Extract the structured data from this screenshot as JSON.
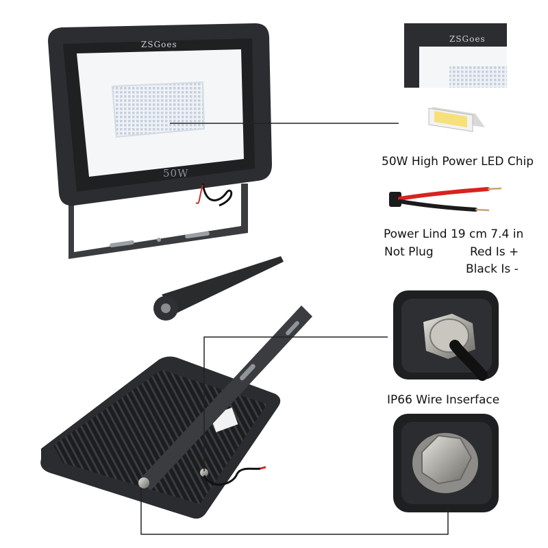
{
  "brand": "ZSGoes",
  "wattage_mark": "50W",
  "labels": {
    "led_chip": "50W High Power LED Chip",
    "power_line": "Power Lind 19 cm 7.4 in",
    "not_plug": "Not Plug",
    "red": "Red Is +",
    "black": "Black Is -",
    "wire_interface": "IP66 Wire Inserface"
  },
  "colors": {
    "housing": "#2b2d30",
    "panel": "#f4f6f8",
    "led": "#dfe6f0",
    "chip_yellow": "#f6e07a",
    "wire_red": "#d8231f",
    "wire_black": "#1b1b1b",
    "steel": "#b9b7b2"
  }
}
